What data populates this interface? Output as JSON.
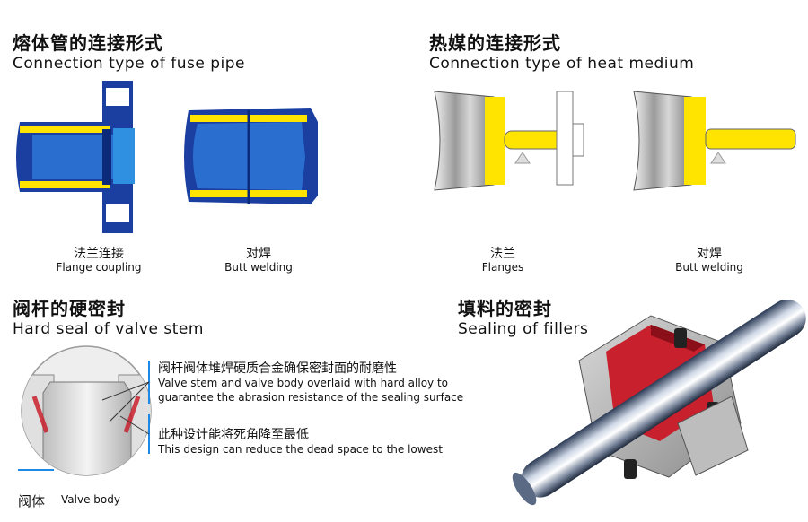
{
  "sections": {
    "fuse_pipe": {
      "title_zh": "熔体管的连接形式",
      "title_en": "Connection type of fuse pipe",
      "items": [
        {
          "zh": "法兰连接",
          "en": "Flange coupling"
        },
        {
          "zh": "对焊",
          "en": "Butt welding"
        }
      ]
    },
    "heat_medium": {
      "title_zh": "热媒的连接形式",
      "title_en": "Connection type of heat medium",
      "items": [
        {
          "zh": "法兰",
          "en": "Flanges"
        },
        {
          "zh": "对焊",
          "en": "Butt welding"
        }
      ]
    },
    "valve_stem": {
      "title_zh": "阀杆的硬密封",
      "title_en": "Hard seal of valve stem",
      "note1_zh": "阀杆阀体堆焊硬质合金确保密封面的耐磨性",
      "note1_en_line1": "Valve stem and valve body overlaid with hard alloy to",
      "note1_en_line2": "guarantee the abrasion resistance of the sealing surface",
      "note2_zh": "此种设计能将死角降至最低",
      "note2_en": "This design can reduce the dead space to the lowest",
      "body_label_zh": "阀体",
      "body_label_en": "Valve body"
    },
    "fillers": {
      "title_zh": "填料的密封",
      "title_en": "Sealing of fillers"
    }
  },
  "colors": {
    "blue": "#1b3fa0",
    "light_blue": "#2f8fe0",
    "yellow": "#ffe400",
    "red": "#c8202c",
    "accent_line": "#1e88e5"
  }
}
